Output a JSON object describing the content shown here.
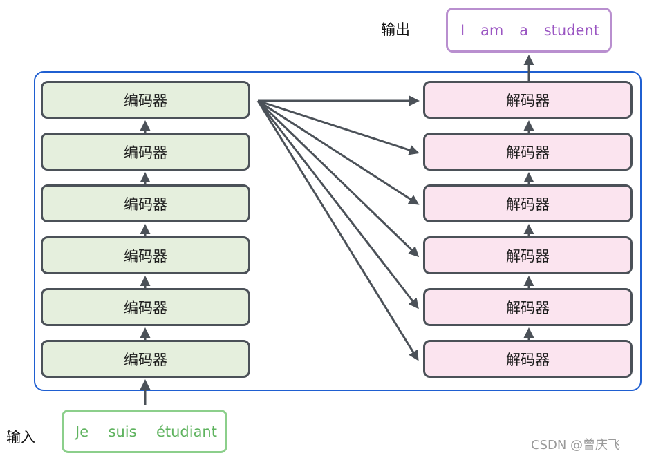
{
  "output_label": "输出",
  "input_label": "输入",
  "output_tokens": [
    "I",
    "am",
    "a",
    "student"
  ],
  "input_tokens": [
    "Je",
    "suis",
    "étudiant"
  ],
  "encoders": [
    "编码器",
    "编码器",
    "编码器",
    "编码器",
    "编码器",
    "编码器"
  ],
  "decoders": [
    "解码器",
    "解码器",
    "解码器",
    "解码器",
    "解码器",
    "解码器"
  ],
  "watermark": "CSDN @曾庆飞",
  "colors": {
    "container_border": "#1f5fd1",
    "encoder_fill": "#e5efdd",
    "decoder_fill": "#fbe4ef",
    "block_border": "#4b5158",
    "output_color": "#9a55c2",
    "input_color": "#5fb35f"
  }
}
